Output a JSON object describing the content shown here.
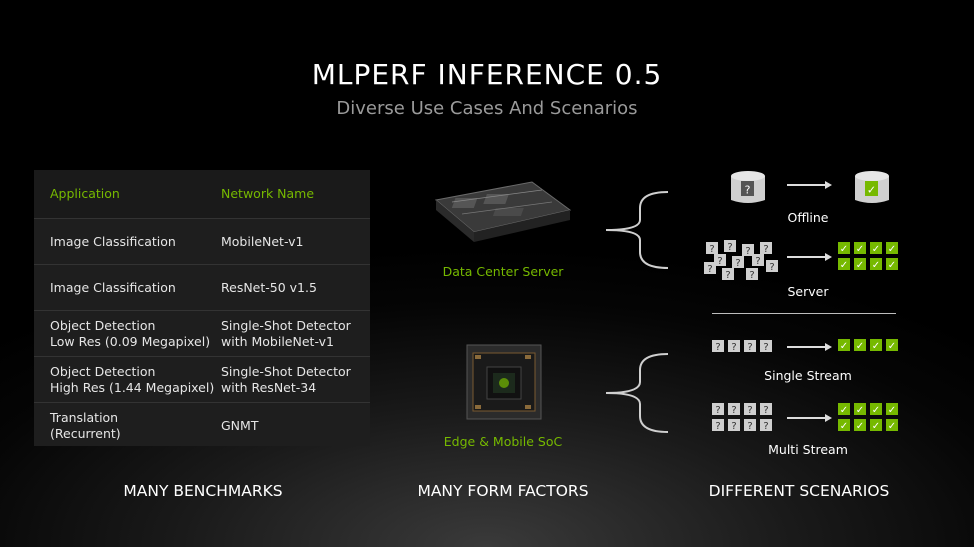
{
  "slide": {
    "title": "MLPERF INFERENCE 0.5",
    "subtitle": "Diverse Use Cases And Scenarios"
  },
  "benchmarks": {
    "header": {
      "application": "Application",
      "network": "Network Name"
    },
    "rows": [
      {
        "app_line1": "Image Classification",
        "app_line2": "",
        "net_line1": "MobileNet-v1",
        "net_line2": ""
      },
      {
        "app_line1": "Image Classification",
        "app_line2": "",
        "net_line1": "ResNet-50 v1.5",
        "net_line2": ""
      },
      {
        "app_line1": "Object Detection",
        "app_line2": "Low Res (0.09 Megapixel)",
        "net_line1": "Single-Shot Detector",
        "net_line2": "with MobileNet-v1"
      },
      {
        "app_line1": "Object Detection",
        "app_line2": "High Res (1.44  Megapixel)",
        "net_line1": "Single-Shot Detector",
        "net_line2": "with ResNet-34"
      },
      {
        "app_line1": "Translation",
        "app_line2": "(Recurrent)",
        "net_line1": "GNMT",
        "net_line2": ""
      }
    ]
  },
  "form_factors": {
    "server_label": "Data Center Server",
    "edge_label": "Edge & Mobile SoC"
  },
  "scenarios": {
    "offline": "Offline",
    "server": "Server",
    "single_stream": "Single Stream",
    "multi_stream": "Multi Stream",
    "query_glyph": "?",
    "check_glyph": "✓"
  },
  "bottom": {
    "benchmarks": "MANY BENCHMARKS",
    "form_factors": "MANY FORM FACTORS",
    "scenarios": "DIFFERENT SCENARIOS"
  },
  "colors": {
    "accent": "#76b900",
    "background": "#000000",
    "subtitle": "#9a9a9a",
    "table_bg": "#1e1e1e"
  }
}
